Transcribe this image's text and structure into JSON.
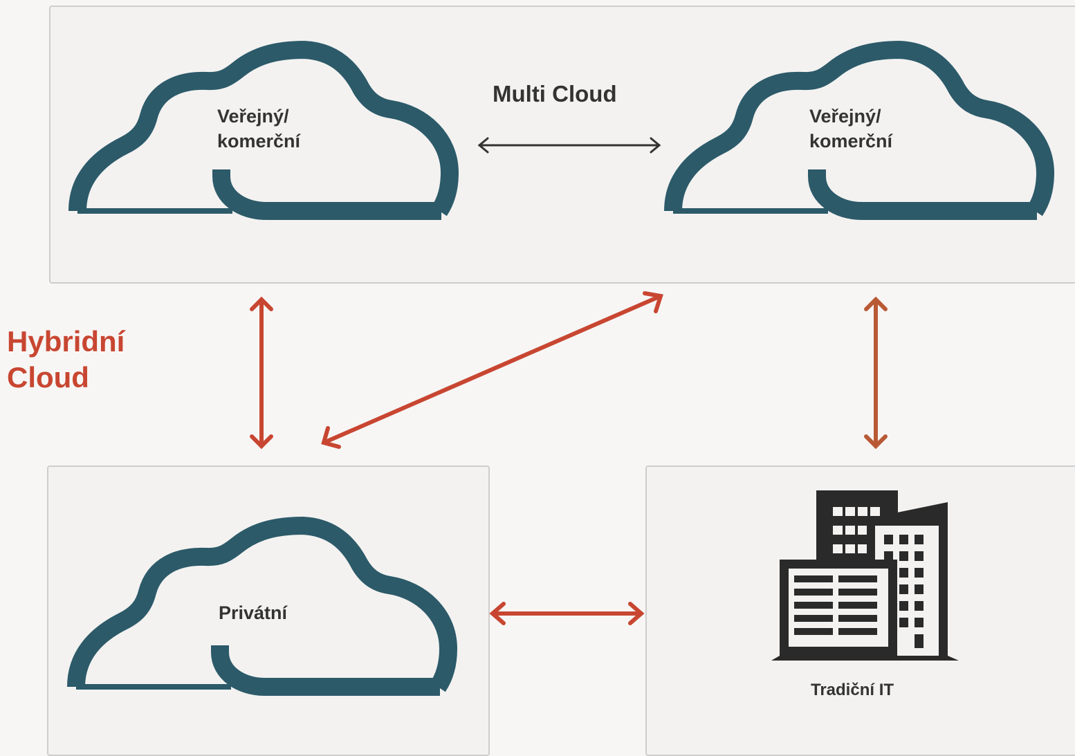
{
  "clouds": {
    "left": {
      "line1": "Veřejný/",
      "line2": "komerční"
    },
    "right": {
      "line1": "Veřejný/",
      "line2": "komerční"
    },
    "private": {
      "label": "Privátní"
    }
  },
  "multi_cloud_label": "Multi Cloud",
  "hybrid_label": {
    "line1": "Hybridní",
    "line2": "Cloud"
  },
  "traditional_it_label": "Tradiční IT",
  "colors": {
    "cloud": "#2c5a69",
    "hybrid_red": "#c84631",
    "orange_arrow": "#b85a35",
    "text_dark": "#333333",
    "building": "#2a2a2a"
  },
  "icons": [
    "cloud-icon",
    "building-icon"
  ]
}
